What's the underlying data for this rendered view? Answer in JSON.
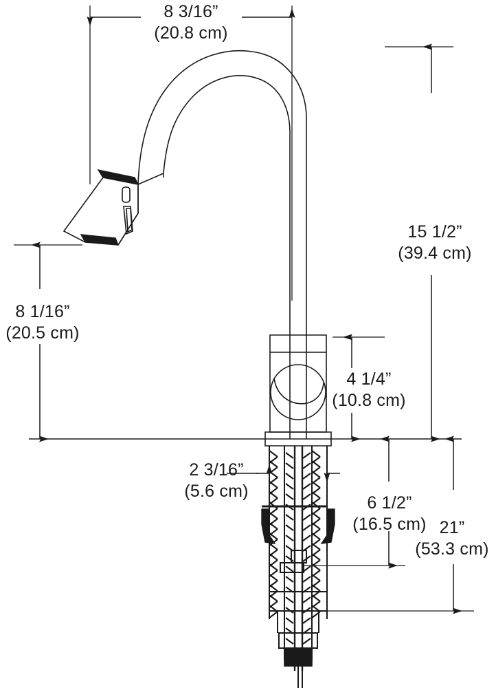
{
  "drawing": {
    "type": "technical-dimension-drawing",
    "subject": "pull-down kitchen faucet",
    "units_primary": "inches",
    "units_secondary": "centimeters",
    "line_color": "#1a1a1a",
    "background_color": "#ffffff"
  },
  "dimensions": {
    "spout_reach": {
      "name": "spout-reach-width",
      "imperial": "8 3/16”",
      "metric": "(20.8 cm)",
      "orientation": "horizontal",
      "position": "top"
    },
    "spout_height": {
      "name": "overall-spout-height",
      "imperial": "15 1/2”",
      "metric": "(39.4 cm)",
      "orientation": "vertical",
      "position": "right"
    },
    "sprayer_height": {
      "name": "sprayer-head-height",
      "imperial": "8 1/16”",
      "metric": "(20.5 cm)",
      "orientation": "vertical",
      "position": "left"
    },
    "handle_clearance": {
      "name": "handle-clearance-height",
      "imperial": "4 1/4”",
      "metric": "(10.8 cm)",
      "orientation": "vertical",
      "position": "center-right"
    },
    "base_diameter": {
      "name": "base-shank-width",
      "imperial": "2 3/16”",
      "metric": "(5.6 cm)",
      "orientation": "horizontal",
      "position": "below-deck-left"
    },
    "mounting_depth": {
      "name": "mounting-shank-depth",
      "imperial": "6 1/2”",
      "metric": "(16.5 cm)",
      "orientation": "vertical",
      "position": "below-deck-center"
    },
    "overall_length": {
      "name": "overall-length",
      "imperial": "21”",
      "metric": "(53.3 cm)",
      "orientation": "vertical",
      "position": "below-deck-right"
    }
  }
}
